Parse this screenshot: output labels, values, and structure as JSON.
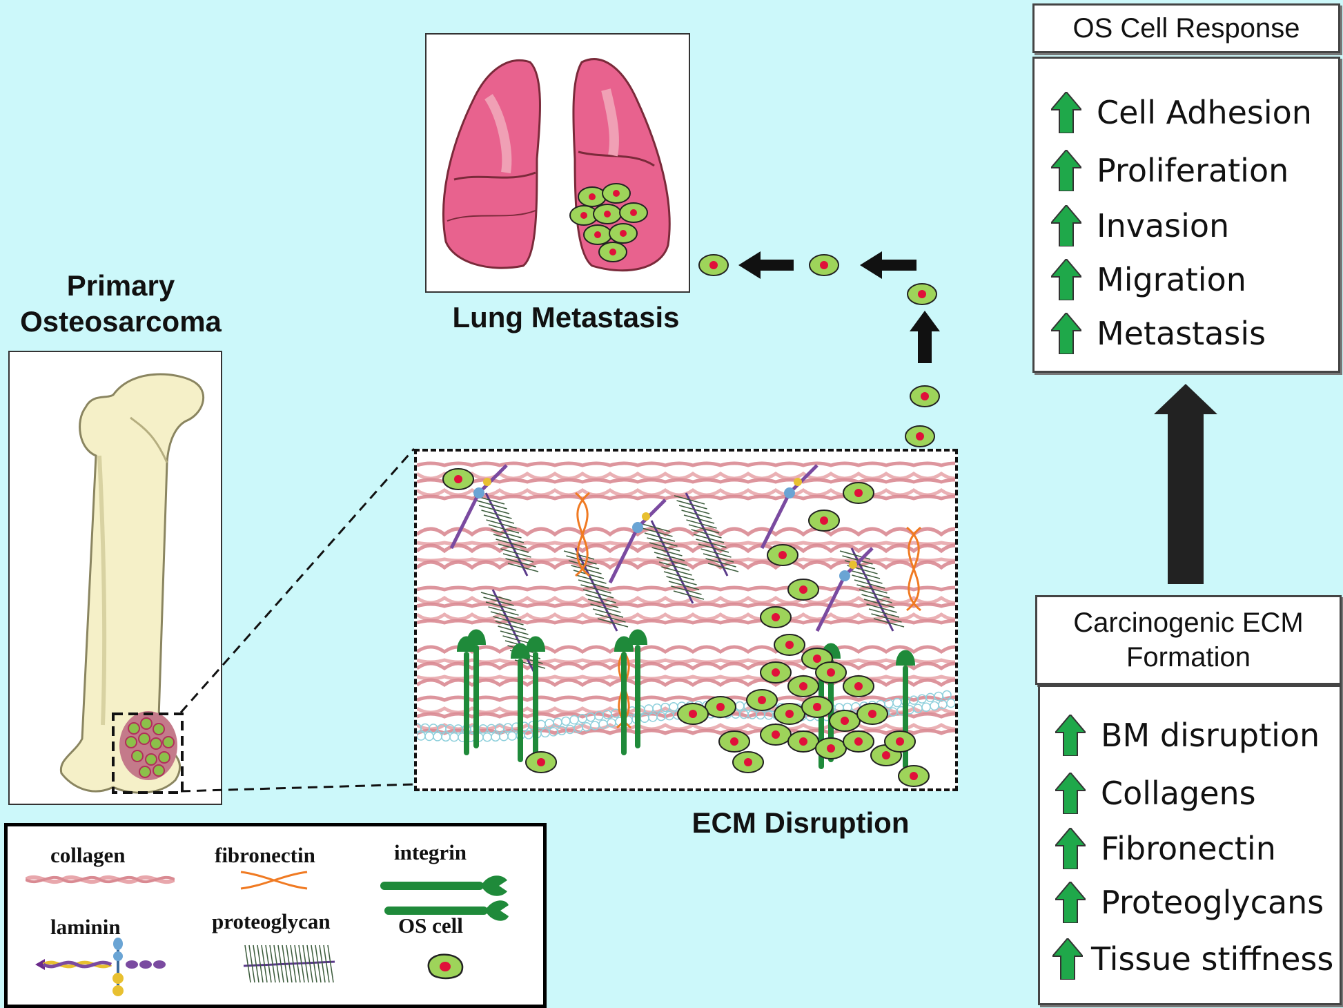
{
  "primary": {
    "line1": "Primary",
    "line2": "Osteosarcoma"
  },
  "lung": {
    "title": "Lung Metastasis"
  },
  "ecm": {
    "title": "ECM Disruption"
  },
  "os_response": {
    "header": "OS Cell Response",
    "items": [
      "Cell Adhesion",
      "Proliferation",
      "Invasion",
      "Migration",
      "Metastasis"
    ]
  },
  "carcinogenic": {
    "header_line1": "Carcinogenic ECM",
    "header_line2": "Formation",
    "items": [
      "BM disruption",
      "Collagens",
      "Fibronectin",
      "Proteoglycans",
      "Tissue stiffness"
    ]
  },
  "legend": {
    "collagen": "collagen",
    "fibronectin": "fibronectin",
    "integrin": "integrin",
    "laminin": "laminin",
    "proteoglycan": "proteoglycan",
    "os_cell": "OS cell"
  },
  "colors": {
    "background": "#ccf8fa",
    "up_arrow": "#1fa84a",
    "os_cell_body": "#9ed45a",
    "os_cell_nucleus": "#e0103a",
    "collagen": "#e8a7ac",
    "integrin": "#1f8a3a",
    "fibronectin": "#f07a22",
    "lung": "#e8628e"
  }
}
